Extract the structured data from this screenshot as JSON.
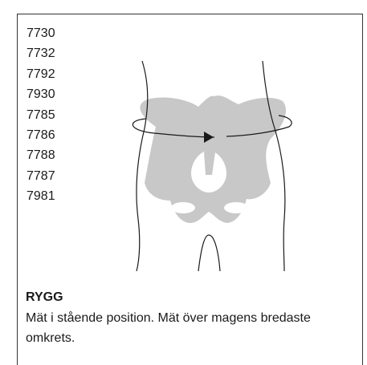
{
  "product_codes": [
    "7730",
    "7732",
    "7792",
    "7930",
    "7785",
    "7786",
    "7788",
    "7787",
    "7981"
  ],
  "illustration": {
    "icon": "pelvis-measurement-illustration",
    "bone_color": "#c8c8c8",
    "line_color": "#1a1a1a"
  },
  "section": {
    "title": "RYGG",
    "description": "Mät i stående position. Mät över magens bredaste omkrets."
  }
}
